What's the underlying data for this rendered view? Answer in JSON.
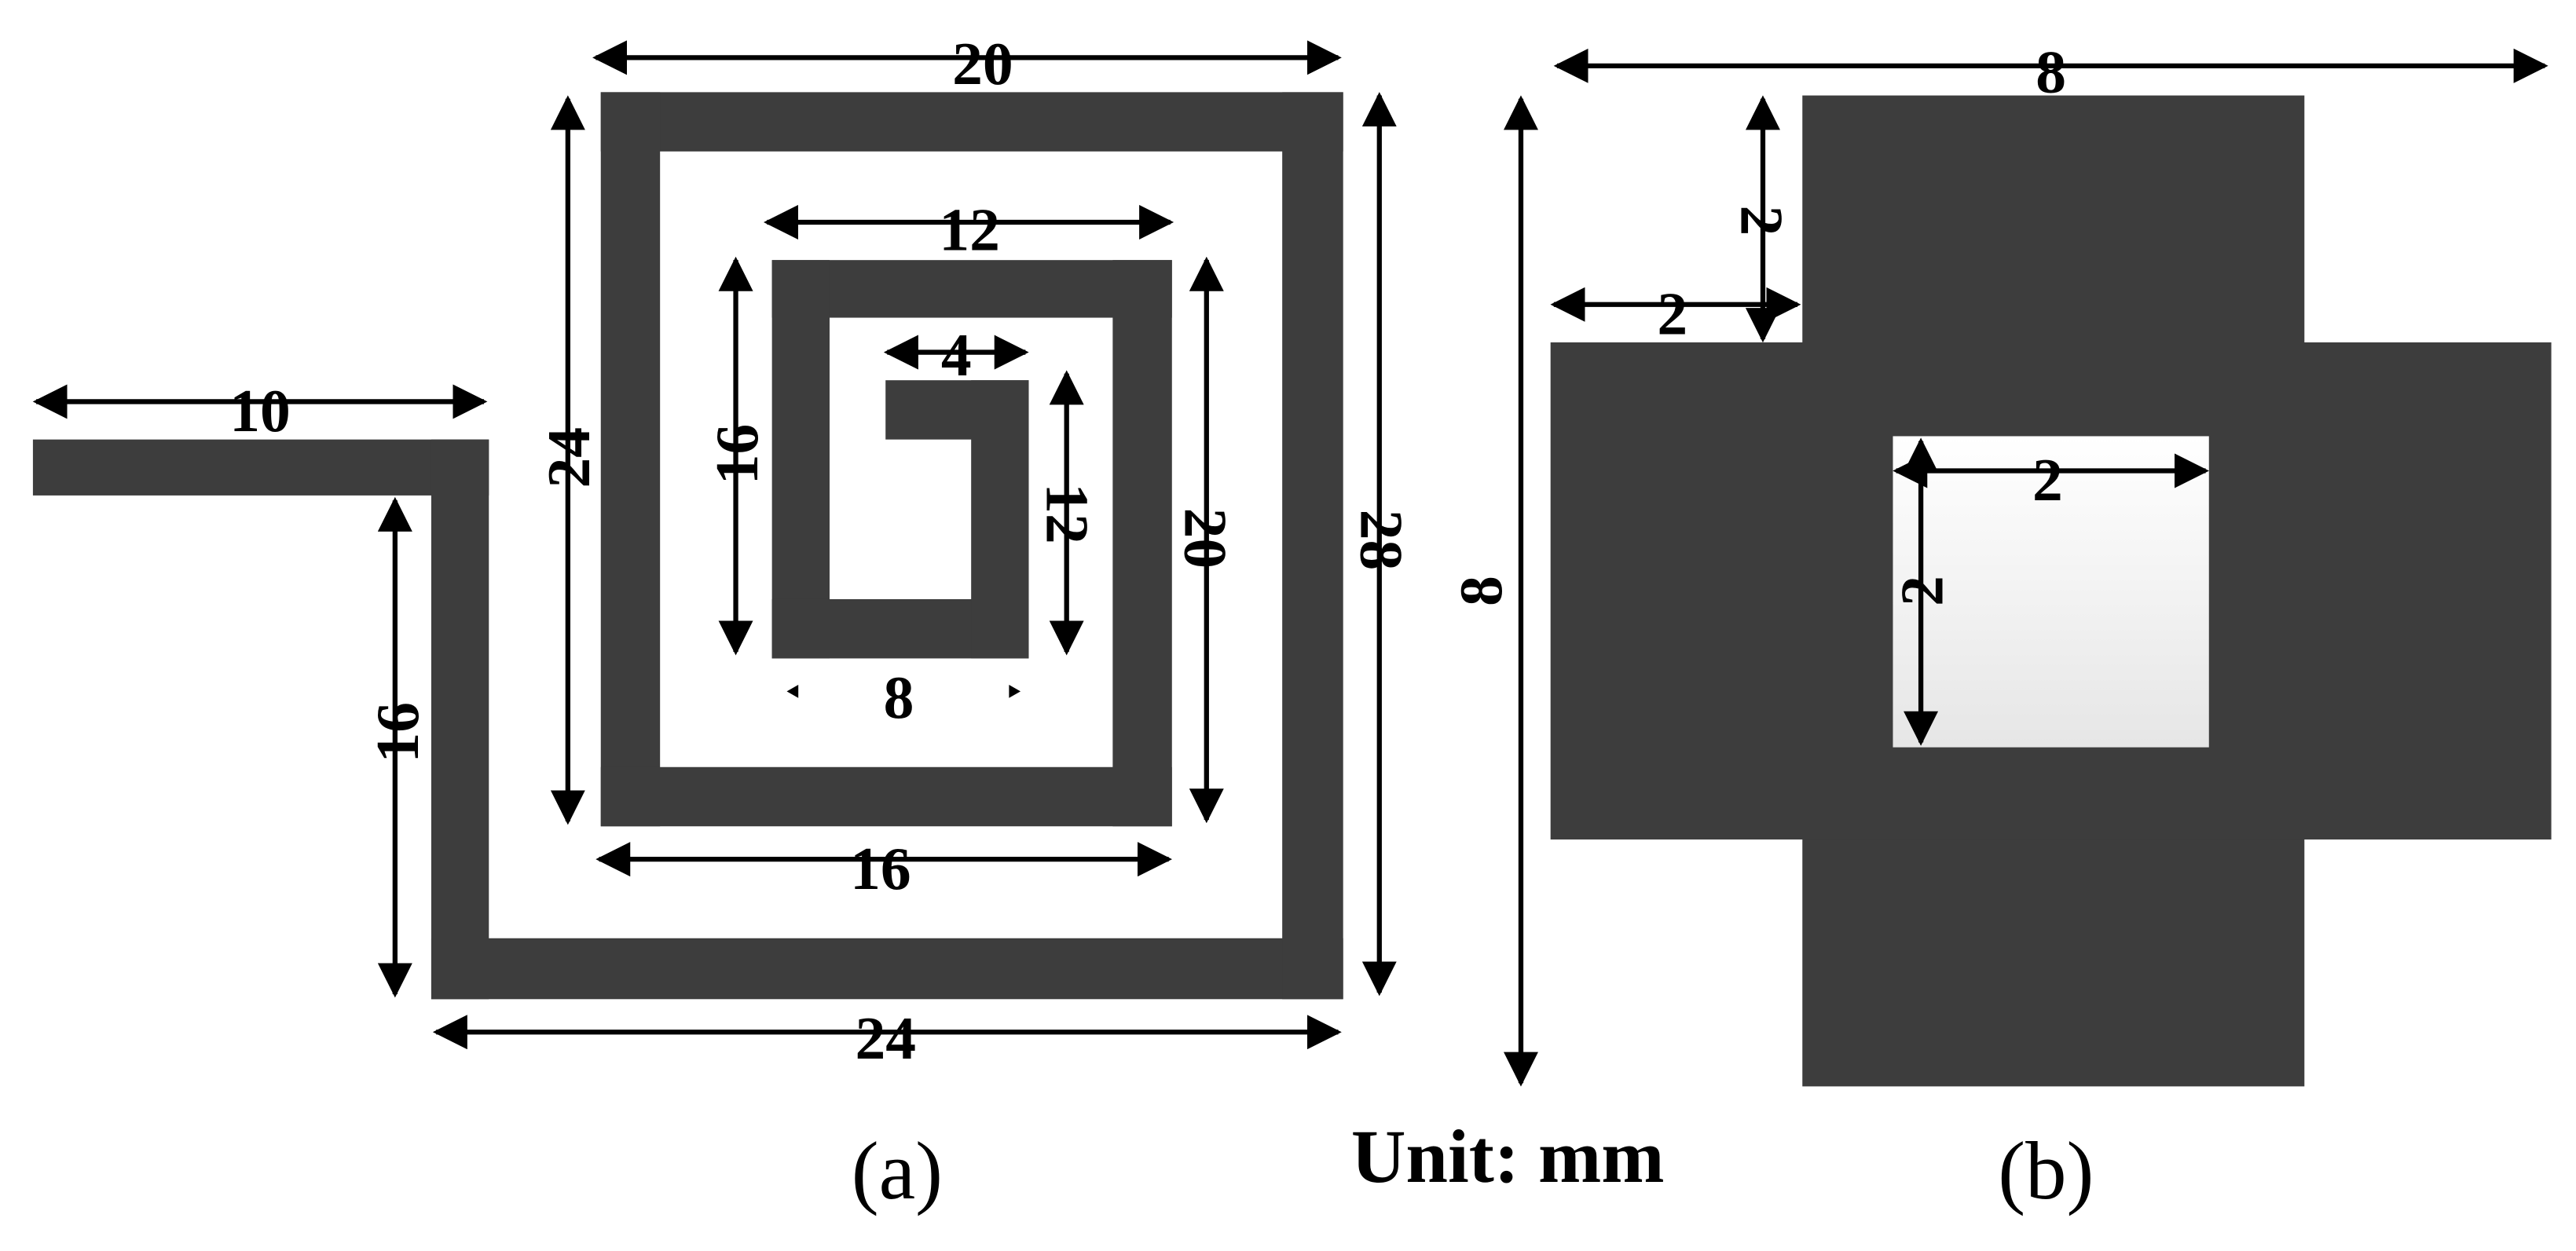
{
  "unit_label": "Unit: mm",
  "colors": {
    "metal": "#3d3d3d",
    "lines": "#000000",
    "background": "#ffffff"
  },
  "panel_a": {
    "caption": "(a)",
    "dimensions": {
      "feed_length": "10",
      "feed_vertical": "16",
      "bottom_width": "24",
      "outer_top_width": "20",
      "outer_height": "28",
      "ring_left_height": "24",
      "inner_bottom_width": "16",
      "mid_top_width": "12",
      "mid_left_height": "16",
      "mid_right_height": "20",
      "core_top_width": "4",
      "core_right_height": "12",
      "core_bottom_width": "8"
    }
  },
  "panel_b": {
    "caption": "(b)",
    "dimensions": {
      "total_width": "8",
      "total_height": "8",
      "corner_notch_height": "2",
      "corner_notch_width": "2",
      "slot_width": "2",
      "slot_height": "2"
    }
  }
}
